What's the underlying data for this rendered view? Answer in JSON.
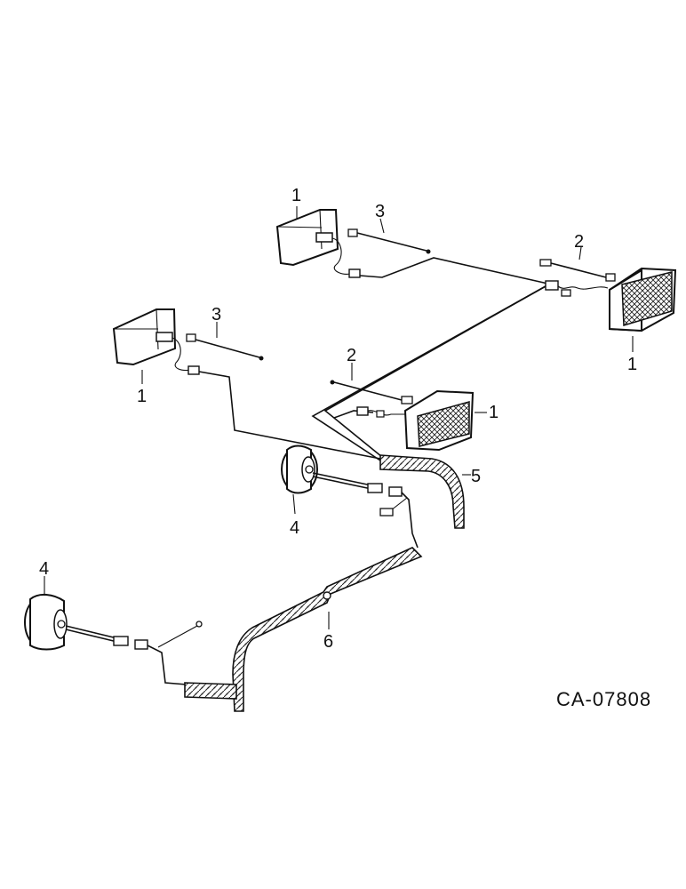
{
  "reference_code": "CA-07808",
  "callouts": {
    "lamp_upper_left": "1",
    "lamp_mid_left": "1",
    "lamp_right_top": "1",
    "lamp_center": "1",
    "harness_upper_right": "2",
    "harness_center": "2",
    "harness_upper_left": "3",
    "harness_mid_left": "3",
    "flasher_mid": "4",
    "flasher_lower": "4",
    "conduit_short": "5",
    "conduit_long": "6"
  }
}
